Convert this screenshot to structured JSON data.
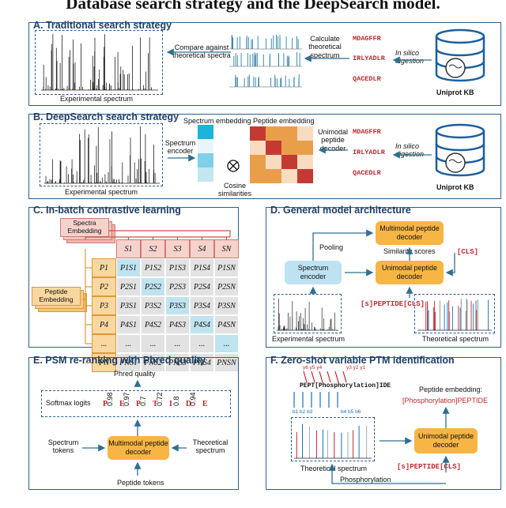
{
  "caption": "Database search strategy and the DeepSearch model.",
  "panels": {
    "a": {
      "title": "A. Traditional search strategy",
      "exp_spectrum": "Experimental spectrum",
      "compare": "Compare against theoretical spectra",
      "calc": "Calculate theoretical spectrum",
      "peptides": [
        "MDAGFFR",
        "IRLYADLR",
        "QACEDLR"
      ],
      "in_silico": "In silico digestion",
      "db": "Uniprot KB"
    },
    "b": {
      "title": "B. DeepSearch search strategy",
      "exp_spectrum": "Experimental spectrum",
      "spectrum_encoder": "Spectrum encoder",
      "spectrum_embedding": "Spectrum embedding",
      "peptide_embedding": "Peptide embedding",
      "cosine": "Cosine similarities",
      "unimodal_decoder": "Unimodal peptide decoder",
      "peptides": [
        "MDAGFFR",
        "IRLYADLR",
        "QACEDLR"
      ],
      "in_silico": "In silico digestion",
      "db": "Uniprot KB",
      "colors": {
        "low": "#f9dcc0",
        "mid": "#e99f4a",
        "high": "#c43a33",
        "cyan": "#1cb4d8"
      }
    },
    "c": {
      "title": "C. In-batch contrastive learning",
      "spectra_embedding": "Spectra Embedding",
      "peptide_embedding": "Peptide Embedding",
      "header": [
        "",
        "S1",
        "S2",
        "S3",
        "S4",
        "SN"
      ],
      "rows": [
        [
          "P1",
          "P1S1",
          "P1S2",
          "P1S3",
          "P1S4",
          "P1SN"
        ],
        [
          "P2",
          "P2S1",
          "P2S2",
          "P2S3",
          "P2S4",
          "P2SN"
        ],
        [
          "P3",
          "P3S1",
          "P3S2",
          "P3S3",
          "P3S4",
          "P3SN"
        ],
        [
          "P4",
          "P4S1",
          "P4S2",
          "P4S3",
          "P4S4",
          "P4SN"
        ],
        [
          "...",
          "...",
          "...",
          "...",
          "...",
          "..."
        ],
        [
          "PN",
          "PNS1",
          "PNS2",
          "PNS3",
          "PNS4",
          "PNSN"
        ]
      ]
    },
    "d": {
      "title": "D. General model architecture",
      "multimodal": "Multimodal peptide decoder",
      "pooling": "Pooling",
      "similarity": "Similarity scores",
      "cls": "[CLS]",
      "spectrum_encoder": "Spectrum encoder",
      "unimodal": "Unimodal peptide decoder",
      "seq": "[s]PEPTIDE[CLS]",
      "exp_spectrum": "Experimental spectrum",
      "theo_spectrum": "Theoretical spectrum"
    },
    "e": {
      "title": "E. PSM re-ranking with Phred quality",
      "phred": "Phred quality",
      "softmax": "Softmax logits",
      "logits": [
        {
          "aa": "P",
          "val": "0.98"
        },
        {
          "aa": "E",
          "val": "0.97"
        },
        {
          "aa": "P",
          "val": "0.7"
        },
        {
          "aa": "T",
          "val": "0.72"
        },
        {
          "aa": "I",
          "val": "0.8"
        },
        {
          "aa": "D",
          "val": "0.94"
        },
        {
          "aa": "E",
          "val": ""
        }
      ],
      "spectrum_tokens": "Spectrum tokens",
      "multimodal": "Multimodal peptide decoder",
      "theo_spectrum": "Theoretical spectrum",
      "peptide_tokens": "Peptide tokens"
    },
    "f": {
      "title": "F. Zero-shot variable PTM identification",
      "y_ions_left": "y6 y5 y4",
      "y_ions_right": "y3 y2 y1",
      "seq": "PEPT[Phosphorylation]IDE",
      "b_ions_left": "b1 b2 b3",
      "b_ions_right": "b4 b5 b6",
      "embedding_label": "Peptide embedding:",
      "embedding_value": "[Phosphorylation]PEPTIDE",
      "unimodal": "Unimodal peptide decoder",
      "theo_spectrum": "Theoretical spectrum",
      "input_seq": "[s]PEPTIDE[CLS]",
      "phosphorylation": "Phosphorylation"
    }
  }
}
